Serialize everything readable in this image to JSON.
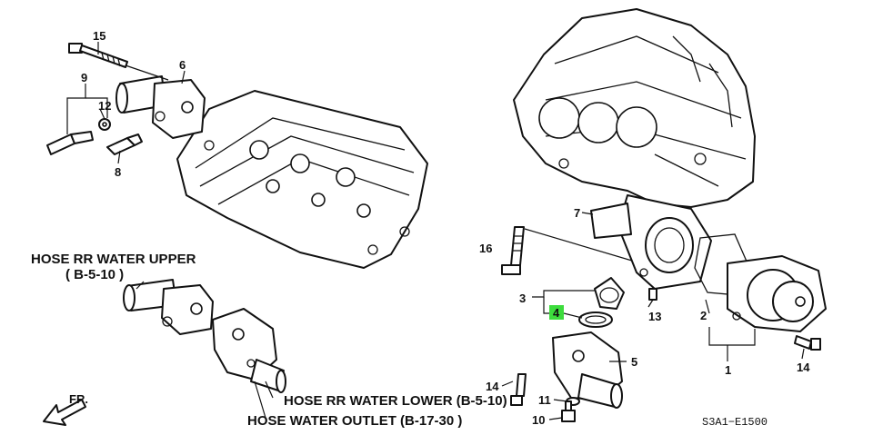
{
  "callouts": {
    "c1": "1",
    "c2": "2",
    "c3": "3",
    "c4": "4",
    "c5": "5",
    "c6": "6",
    "c7": "7",
    "c8": "8",
    "c9": "9",
    "c10": "10",
    "c11": "11",
    "c12": "12",
    "c13": "13",
    "c14a": "14",
    "c14b": "14",
    "c15": "15",
    "c16": "16"
  },
  "highlight_color": "#3ddc3d",
  "hose_labels": {
    "rr_upper": "HOSE RR WATER UPPER",
    "rr_upper_ref": "( B-5-10 )",
    "rr_lower": "HOSE RR WATER LOWER (B-5-10)",
    "outlet": "HOSE WATER OUTLET (B-17-30 )"
  },
  "direction_label": "FR.",
  "diagram_code": "S3A1−E1500"
}
